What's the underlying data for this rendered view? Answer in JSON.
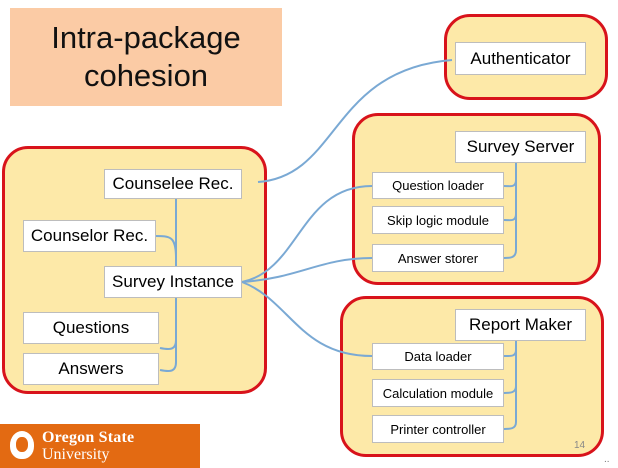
{
  "slide": {
    "title_line1": "Intra-package",
    "title_line2": "cohesion",
    "page_number": "14",
    "footer_line1": "Oregon State",
    "footer_line2": "University",
    "corner_mark": ".."
  },
  "colors": {
    "title_bg": "#fbcba5",
    "package_fill": "#fde9a8",
    "package_border": "#d8131b",
    "wire": "#7aa9d4",
    "footer_bg": "#e36a12"
  },
  "left_package": {
    "counselee": "Counselee Rec.",
    "counselor": "Counselor Rec.",
    "survey_instance": "Survey Instance",
    "questions": "Questions",
    "answers": "Answers"
  },
  "auth_package": {
    "authenticator": "Authenticator"
  },
  "survey_package": {
    "survey_server": "Survey Server",
    "question_loader": "Question loader",
    "skip_logic": "Skip logic module",
    "answer_storer": "Answer storer"
  },
  "report_package": {
    "report_maker": "Report Maker",
    "data_loader": "Data loader",
    "calc_module": "Calculation module",
    "printer": "Printer controller"
  }
}
